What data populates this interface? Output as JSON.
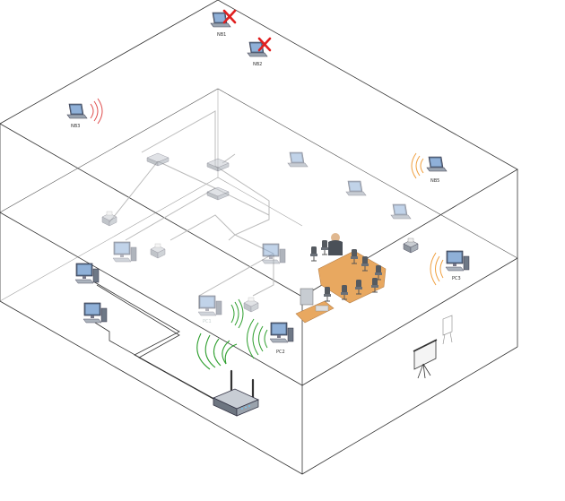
{
  "labels": {
    "nb1": "NB1",
    "nb2": "NB2",
    "nb3": "NB3",
    "nb5": "NB5",
    "pc1": "PC1",
    "pc2": "PC2",
    "pc3": "PC3"
  },
  "colors": {
    "structure": "#333333",
    "cable_faint": "#bbbbbb",
    "signal_red": "#e05050",
    "signal_orange": "#f0a040",
    "signal_green": "#30a030",
    "blocked_x": "#e02020",
    "table_wood": "#e8a860"
  },
  "icons": {
    "wifi_router": "wifi-router-icon",
    "laptop": "laptop-icon",
    "desktop": "desktop-computer-icon",
    "printer": "printer-icon",
    "switch": "network-switch-icon",
    "projector_screen": "projector-screen-icon",
    "flipchart": "flipchart-icon",
    "blocked": "blocked-x-icon"
  }
}
